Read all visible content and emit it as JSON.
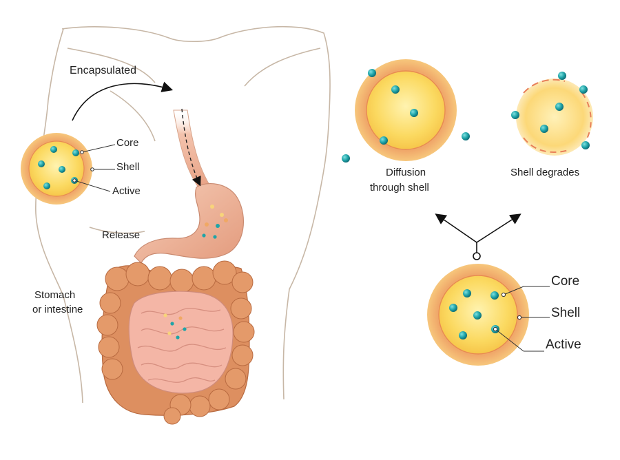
{
  "labels": {
    "encapsulated": "Encapsulated",
    "release": "Release",
    "stomach_or_intestine": [
      "Stomach",
      "or intestine"
    ],
    "small_capsule": {
      "core": "Core",
      "shell": "Shell",
      "active": "Active"
    },
    "diffusion": [
      "Diffusion",
      "through shell"
    ],
    "shell_degrades": "Shell degrades",
    "large_capsule": {
      "core": "Core",
      "shell": "Shell",
      "active": "Active"
    }
  },
  "colors": {
    "core": "#fbd960",
    "shell": "#f4b76a",
    "active_particle": "#1fa4a8",
    "organ": "#f2b49a",
    "outline": "#b8a898"
  }
}
